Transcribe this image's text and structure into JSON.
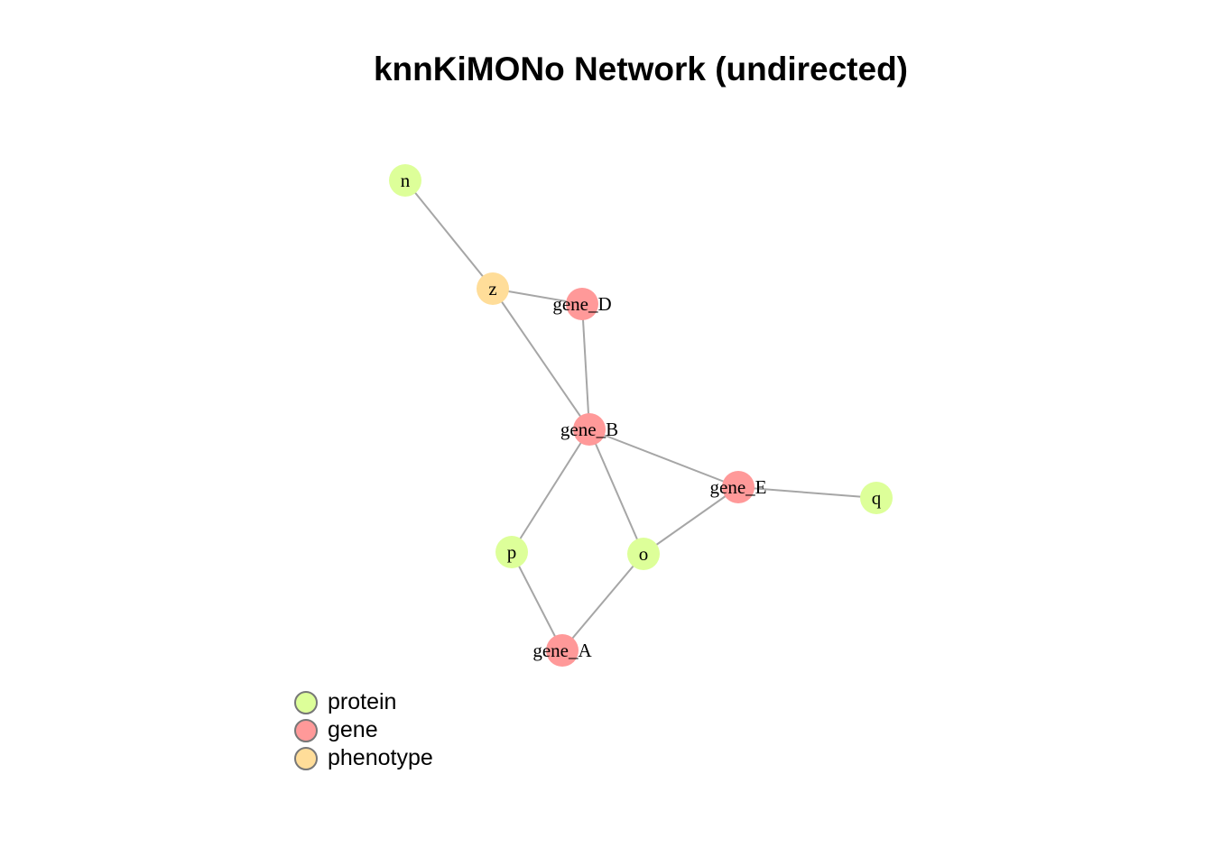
{
  "title": "knnKiMONo Network (undirected)",
  "colors": {
    "edge": "#a6a6a6",
    "protein": "#ddff99",
    "gene": "#ff9999",
    "phenotype": "#ffdd99",
    "legend_border": "#777777"
  },
  "legend": [
    {
      "label": "protein",
      "type": "protein"
    },
    {
      "label": "gene",
      "type": "gene"
    },
    {
      "label": "phenotype",
      "type": "phenotype"
    }
  ],
  "nodes": [
    {
      "id": "n",
      "type": "protein"
    },
    {
      "id": "z",
      "type": "phenotype"
    },
    {
      "id": "gene_D",
      "type": "gene"
    },
    {
      "id": "gene_B",
      "type": "gene"
    },
    {
      "id": "gene_E",
      "type": "gene"
    },
    {
      "id": "q",
      "type": "protein"
    },
    {
      "id": "p",
      "type": "protein"
    },
    {
      "id": "o",
      "type": "protein"
    },
    {
      "id": "gene_A",
      "type": "gene"
    }
  ],
  "edges": [
    [
      "n",
      "z"
    ],
    [
      "z",
      "gene_D"
    ],
    [
      "z",
      "gene_B"
    ],
    [
      "gene_D",
      "gene_B"
    ],
    [
      "gene_B",
      "gene_E"
    ],
    [
      "gene_B",
      "p"
    ],
    [
      "gene_B",
      "o"
    ],
    [
      "gene_E",
      "q"
    ],
    [
      "gene_E",
      "o"
    ],
    [
      "p",
      "gene_A"
    ],
    [
      "o",
      "gene_A"
    ]
  ]
}
